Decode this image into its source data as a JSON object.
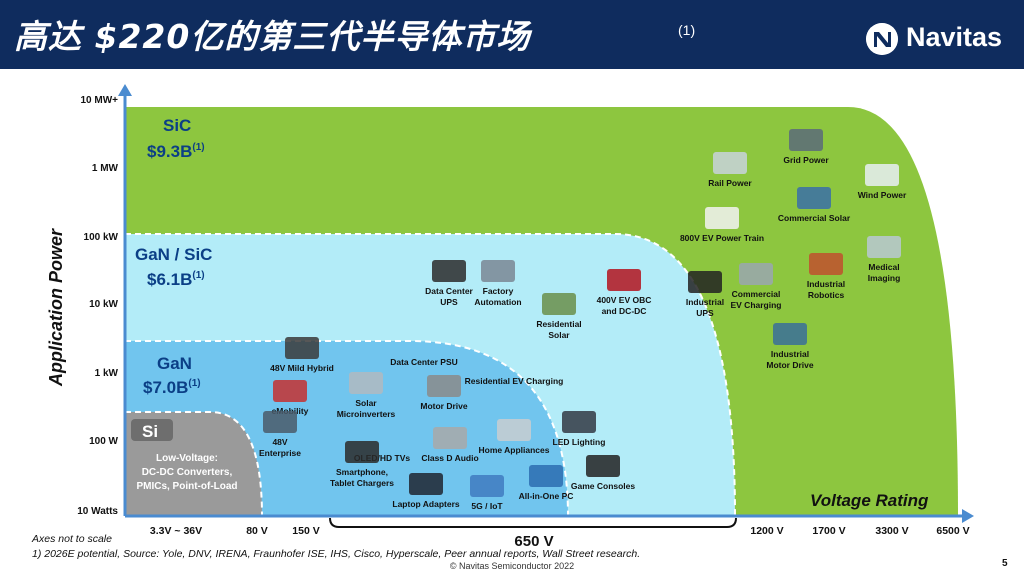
{
  "header": {
    "title": "高达 $220亿的第三代半导体市场",
    "note": "(1)",
    "logo_text": "Navitas"
  },
  "colors": {
    "header_bg": "#0f2c5e",
    "sic": "#8dc63f",
    "gan_sic": "#b3ecf8",
    "gan": "#71c5ee",
    "si": "#9a9a9a",
    "axis": "#4a8bd0",
    "label_blue": "#0b3f86"
  },
  "chart_data": {
    "type": "area",
    "ylabel": "Application Power",
    "xlabel": "Voltage Rating",
    "y_ticks": [
      "10 Watts",
      "100 W",
      "1 kW",
      "10 kW",
      "100 kW",
      "1 MW",
      "10 MW+"
    ],
    "x_ticks": [
      "3.3V ~ 36V",
      "80 V",
      "150 V",
      "1200 V",
      "1700 V",
      "3300 V",
      "6500 V"
    ],
    "x_bracket_label": "650 V",
    "axes_note": "Axes not to scale",
    "regions": [
      {
        "name": "SiC",
        "value": "$9.3B",
        "note": "(1)",
        "max_power": "10 MW+",
        "max_voltage": "6500 V"
      },
      {
        "name": "GaN / SiC",
        "value": "$6.1B",
        "note": "(1)",
        "max_power": "100 kW",
        "max_voltage": "1200 V"
      },
      {
        "name": "GaN",
        "value": "$7.0B",
        "note": "(1)",
        "max_power": "1 kW",
        "max_voltage": "650 V"
      },
      {
        "name": "Si",
        "description": [
          "Low-Voltage:",
          "DC-DC Converters,",
          "PMICs, Point-of-Load"
        ],
        "max_power": "100 W",
        "max_voltage": "80 V"
      }
    ],
    "applications": [
      [
        "Grid Power"
      ],
      [
        "Rail Power"
      ],
      [
        "Wind Power"
      ],
      [
        "Commercial Solar"
      ],
      [
        "800V EV Power Train"
      ],
      [
        "Industrial",
        "Robotics"
      ],
      [
        "Medical",
        "Imaging"
      ],
      [
        "Industrial",
        "UPS"
      ],
      [
        "Commercial",
        "EV Charging"
      ],
      [
        "Industrial",
        "Motor Drive"
      ],
      [
        "400V EV OBC",
        "and DC-DC"
      ],
      [
        "Residential",
        "Solar"
      ],
      [
        "Factory",
        "Automation"
      ],
      [
        "Data Center",
        "UPS"
      ],
      [
        "Data Center PSU"
      ],
      [
        "48V Mild Hybrid"
      ],
      [
        "eMobility"
      ],
      [
        "Residential EV Charging"
      ],
      [
        "Solar",
        "Microinverters"
      ],
      [
        "Motor Drive"
      ],
      [
        "48V",
        "Enterprise"
      ],
      [
        "OLED/HD TVs"
      ],
      [
        "Class D Audio"
      ],
      [
        "Home Appliances"
      ],
      [
        "LED Lighting"
      ],
      [
        "Smartphone,",
        "Tablet Chargers"
      ],
      [
        "Laptop Adapters"
      ],
      [
        "5G / IoT"
      ],
      [
        "All-in-One PC"
      ],
      [
        "Game Consoles"
      ]
    ]
  },
  "footer": {
    "footnote": "1) 2026E potential, Source: Yole, DNV, IRENA, Fraunhofer ISE, IHS, Cisco, Hyperscale, Peer annual reports, Wall Street research.",
    "copyright": "© Navitas Semiconductor 2022",
    "page_number": "5"
  }
}
